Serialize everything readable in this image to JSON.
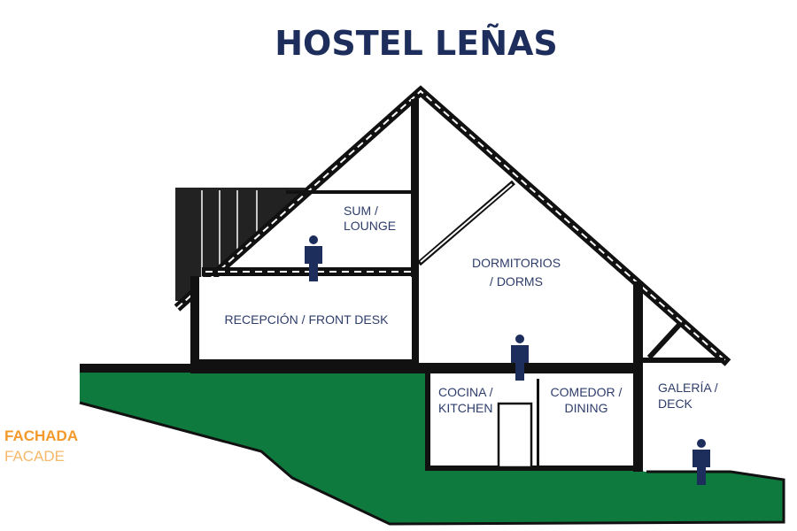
{
  "title": "HOSTEL LEÑAS",
  "rooms": {
    "lounge": [
      "SUM /",
      "LOUNGE"
    ],
    "dorms": [
      "DORMITORIOS",
      "/ DORMS"
    ],
    "front_desk": "RECEPCIÓN / FRONT DESK",
    "kitchen": [
      "COCINA /",
      "KITCHEN"
    ],
    "dining": [
      "COMEDOR /",
      "DINING"
    ],
    "deck": [
      "GALERÍA /",
      "DECK"
    ]
  },
  "legend": {
    "line1": "FACHADA",
    "line2": "FACADE"
  },
  "colors": {
    "navy": "#1d2d5c",
    "ground": "#0f7a3e",
    "orange": "#f39a2a"
  }
}
